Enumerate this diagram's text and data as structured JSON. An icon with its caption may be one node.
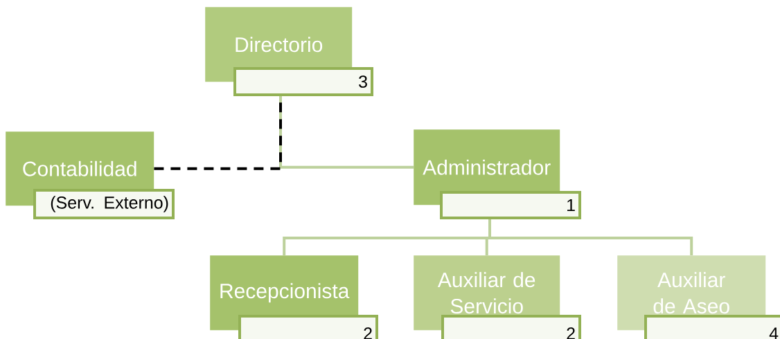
{
  "diagram": {
    "nodes": [
      {
        "text": [
          "Directorio",
          "3"
        ]
      },
      {
        "text": [
          "Contabilidad",
          "(Serv. Externo)"
        ]
      },
      {
        "text": [
          "Administrador",
          "1"
        ]
      },
      {
        "text": [
          "Recepcionista",
          "2"
        ]
      },
      {
        "text": [
          "Auxiliar de Servicio",
          "2"
        ]
      },
      {
        "text": [
          "Auxiliar de Aseo",
          "4"
        ]
      }
    ],
    "edges": [
      {
        "from": 0,
        "to": 2,
        "arrow": "none"
      },
      {
        "from": 1,
        "to": 0,
        "arrow": "none",
        "style": "dashed",
        "color": "#000000"
      },
      {
        "from": 2,
        "to": 3,
        "arrow": "none"
      },
      {
        "from": 2,
        "to": 4,
        "arrow": "none"
      },
      {
        "from": 2,
        "to": 5,
        "arrow": "none"
      }
    ]
  }
}
